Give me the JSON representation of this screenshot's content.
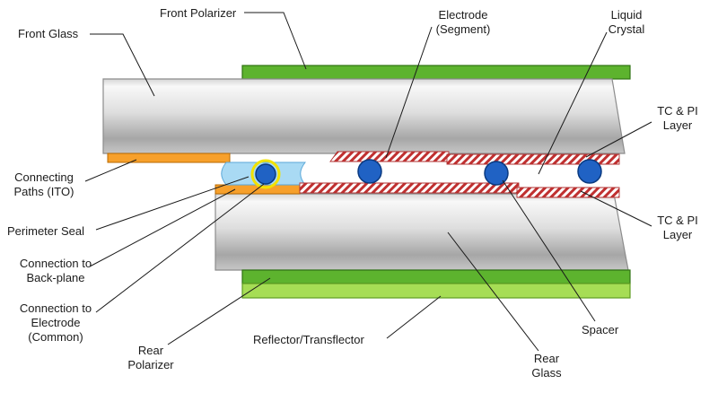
{
  "diagram": {
    "subject": "LCD cross-section construction diagram",
    "background": "#ffffff"
  },
  "labels": {
    "front_glass": "Front Glass",
    "front_polarizer": "Front Polarizer",
    "electrode_segment": "Electrode (Segment)",
    "liquid_crystal": "Liquid Crystal",
    "tc_pi_layer_top": "TC & PI Layer",
    "tc_pi_layer_bottom": "TC & PI Layer",
    "connecting_paths_ito": "Connecting Paths (ITO)",
    "perimeter_seal": "Perimeter Seal",
    "connection_to_backplane": "Connection to Back-plane",
    "connection_to_electrode_common": "Connection to Electrode (Common)",
    "rear_polarizer": "Rear Polarizer",
    "reflector_transflector": "Reflector/Transflector",
    "rear_glass": "Rear Glass",
    "spacer": "Spacer"
  },
  "colors": {
    "polarizer_green": "#5db32e",
    "polarizer_green_border": "#2f7313",
    "reflector_green": "#a6dd55",
    "reflector_green_border": "#5f9c22",
    "ito_orange": "#f7a02b",
    "ito_orange_border": "#b96a00",
    "seal_blue": "#a9daf4",
    "seal_blue_border": "#5aa7d8",
    "spacer_blue": "#2062c4",
    "spacer_blue_border": "#0a3a80",
    "highlight_yellow": "#f2e200",
    "electrode_hatch_red": "#c03030",
    "electrode_border_red": "#b03030",
    "glass_border_gray": "#8c8c8c",
    "callout_line": "#1a1a1a"
  }
}
